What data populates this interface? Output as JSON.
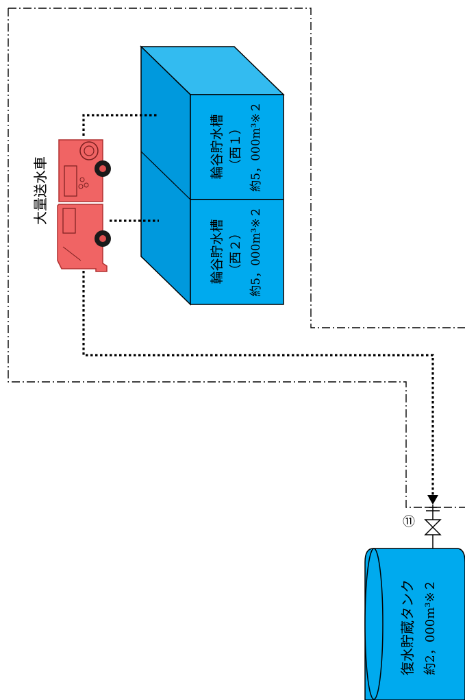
{
  "diagram": {
    "truck_label": "大量送水車",
    "tank_west1": {
      "name": "輪谷貯水槽",
      "sub": "（西１）",
      "capacity": "約5，000m³※２"
    },
    "tank_west2": {
      "name": "輪谷貯水槽",
      "sub": "（西２）",
      "capacity": "約5，000m³※２"
    },
    "condensate_tank": {
      "name": "復水貯蔵タンク",
      "capacity": "約2，000m³※２"
    },
    "valve_number": "⑪",
    "colors": {
      "tank_face": "#00aaee",
      "tank_top": "#33bbf0",
      "tank_side": "#0099dd",
      "truck": "#f06464",
      "line": "#000000"
    }
  }
}
